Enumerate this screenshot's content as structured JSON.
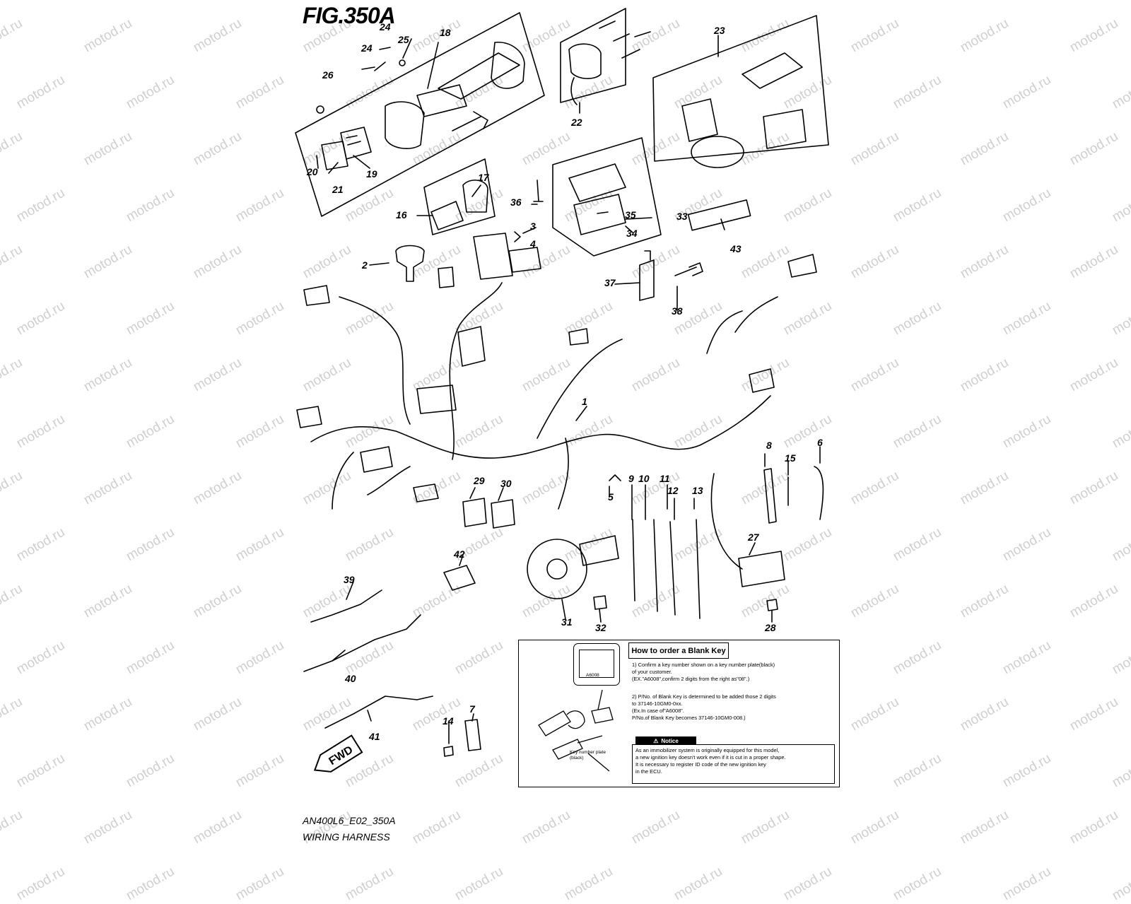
{
  "figure": {
    "title": "FIG.350A",
    "code": "AN400L6_E02_350A",
    "name": "WIRING HARNESS",
    "watermark": "motod.ru"
  },
  "callouts": [
    "1",
    "2",
    "3",
    "4",
    "5",
    "6",
    "7",
    "8",
    "9",
    "10",
    "11",
    "12",
    "13",
    "14",
    "15",
    "16",
    "17",
    "18",
    "19",
    "20",
    "21",
    "22",
    "23",
    "24",
    "24",
    "25",
    "26",
    "27",
    "28",
    "29",
    "30",
    "31",
    "32",
    "33",
    "34",
    "35",
    "36",
    "37",
    "38",
    "39",
    "40",
    "41",
    "42",
    "43"
  ],
  "info_box": {
    "title": "How to order a Blank Key",
    "plate_code": "A6008",
    "plate_label": "Key number plate (black)",
    "steps": [
      "1) Confirm a key number shown on a key number plate(black)",
      "of your customer.",
      "(EX.\"A6008\",confirm 2 digits from the right as\"08\".)",
      "2) P/No. of Blank Key is determined to be added those 2 digits",
      "to 37146-10GM0-0xx.",
      "(Ex.In case of\"A6008\".",
      "P/No.of Blank Key becomes 37146-10GM0-008.)"
    ],
    "notice_label": "Notice",
    "notice_lines": [
      "As an immobilizer system is originally equipped for this model,",
      "a new ignition key doesn't work even if it is cut in a proper shape.",
      "It is necessary to register ID code of the new ignition key",
      "in the ECU."
    ]
  },
  "fwd_label": "FWD",
  "colors": {
    "line": "#000000",
    "watermark": "#cfcfcf",
    "background": "#ffffff"
  }
}
